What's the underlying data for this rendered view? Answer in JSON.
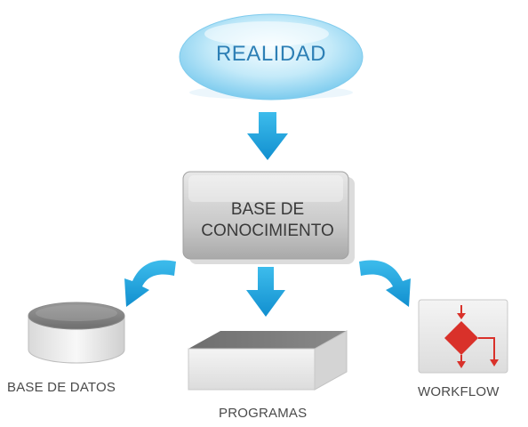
{
  "nodes": {
    "realidad": {
      "label": "REALIDAD"
    },
    "base_conocimiento": {
      "line1": "BASE DE",
      "line2": "CONOCIMIENTO"
    },
    "base_datos": {
      "label": "BASE DE DATOS"
    },
    "programas": {
      "label": "PROGRAMAS"
    },
    "workflow": {
      "label": "WORKFLOW"
    }
  },
  "icons": {
    "realidad": "ellipse-bubble",
    "base_conocimiento": "rounded-gray-box",
    "base_datos": "database-cylinder-icon",
    "programas": "box-slab-icon",
    "workflow": "flowchart-icon",
    "arrows": "blue-arrow-icon"
  },
  "colors": {
    "arrow_blue": "#1ea3dd",
    "bubble_blue": "#9ad8f4",
    "realidad_text": "#2d7fb5",
    "knowledge_box": "#bdbdbd",
    "workflow_red": "#d9312a"
  }
}
